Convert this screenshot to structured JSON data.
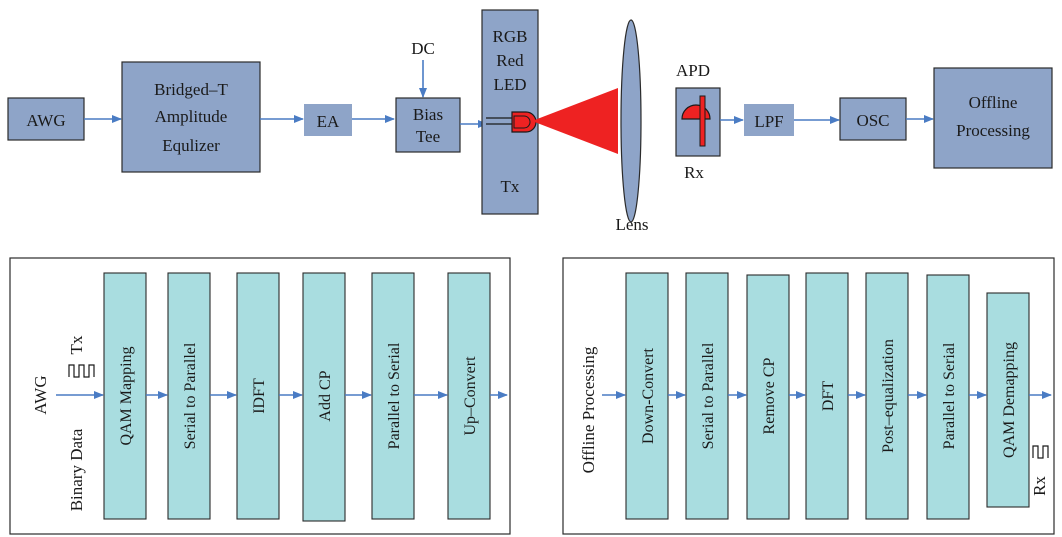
{
  "top_chain": {
    "awg": "AWG",
    "equalizer": [
      "Bridged–T",
      "Amplitude",
      "Equlizer"
    ],
    "ea": "EA",
    "dc": "DC",
    "bias_tee": [
      "Bias",
      "Tee"
    ],
    "led": [
      "RGB",
      "Red",
      "LED"
    ],
    "tx": "Tx",
    "lens": "Lens",
    "apd": "APD",
    "rx": "Rx",
    "lpf": "LPF",
    "osc": "OSC",
    "offline": [
      "Offline",
      "Processing"
    ]
  },
  "tx_panel": {
    "side_label_1": "AWG",
    "side_label_2": "Binary Data",
    "tx_label": "Tx",
    "blocks": [
      "QAM Mapping",
      "Serial to Parallel",
      "IDFT",
      "Add CP",
      "Parallel to Serial",
      "Up–Convert"
    ]
  },
  "rx_panel": {
    "side_label": "Offline Processing",
    "rx_label": "Rx",
    "blocks": [
      "Down-Convert",
      "Serial to Parallel",
      "Remove  CP",
      "DFT",
      "Post–equalization",
      "Parallel to Serial",
      "QAM Demapping"
    ]
  },
  "colors": {
    "block_fill": "#8ea4c8",
    "dsp_block_fill": "#a9dde0",
    "arrow": "#4a7cc4",
    "beam": "#ee2222"
  }
}
